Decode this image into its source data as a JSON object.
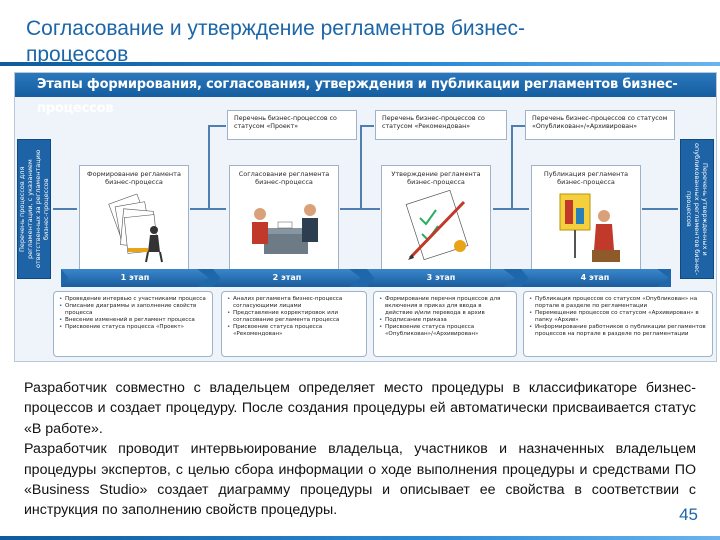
{
  "slide": {
    "title": "Согласование и утверждение регламентов бизнес-процессов",
    "page_number": "45"
  },
  "diagram": {
    "header": "Этапы формирования, согласования, утверждения и публикации регламентов бизнес-процессов",
    "left_label": "Перечень процессов для регламентации, с указанием ответственных за регламентацию бизнес-процессов",
    "right_label": "Перечень утвержденных и опубликованных регламентов бизнес-процессов",
    "stages": [
      {
        "card_title": "Формирование регламента бизнес-процесса",
        "bar_label": "1 этап",
        "items": [
          "Проведение интервью с участниками процесса",
          "Описание диаграммы и заполнение свойств процесса",
          "Внесение изменений в регламент процесса",
          "Присвоение статуса процесса «Проект»"
        ]
      },
      {
        "card_title": "Согласование регламента бизнес-процесса",
        "bar_label": "2 этап",
        "status": "Перечень бизнес-процессов со статусом «Проект»",
        "items": [
          "Анализ регламента бизнес-процесса согласующими лицами",
          "Представление корректировок или согласование регламента процесса",
          "Присвоение статуса процесса «Рекомендован»"
        ]
      },
      {
        "card_title": "Утверждение регламента бизнес-процесса",
        "bar_label": "3 этап",
        "status": "Перечень бизнес-процессов со статусом «Рекомендован»",
        "items": [
          "Формирование перечня процессов для включения в приказ для ввода в действие и/или перевода в архив",
          "Подписание приказа",
          "Присвоение статуса процесса «Опубликован»/«Архивирован»"
        ]
      },
      {
        "card_title": "Публикация регламента бизнес-процесса",
        "bar_label": "4 этап",
        "status": "Перечень бизнес-процессов со статусом «Опубликован»/«Архивирован»",
        "items": [
          "Публикация процессов со статусом «Опубликован» на портале в разделе по регламентации",
          "Перемещение процессов со статусом «Архивирован» в папку «Архив»",
          "Информирование работников о публикации регламентов процессов на портале в разделе по регламентации"
        ]
      }
    ]
  },
  "body": {
    "paragraphs": [
      "Разработчик совместно с владельцем определяет место процедуры в классификаторе бизнес-процессов и создает процедуру. После создания процедуры ей автоматически присваивается статус «В работе».",
      "Разработчик проводит интервьюирование владельца, участников и назначенных владельцем процедуры экспертов, с целью сбора информации о ходе выполнения процедуры и средствами ПО «Business Studio» создает диаграмму процедуры и описывает ее свойства в соответствии с инструкция по заполнению свойств процедуры."
    ]
  }
}
